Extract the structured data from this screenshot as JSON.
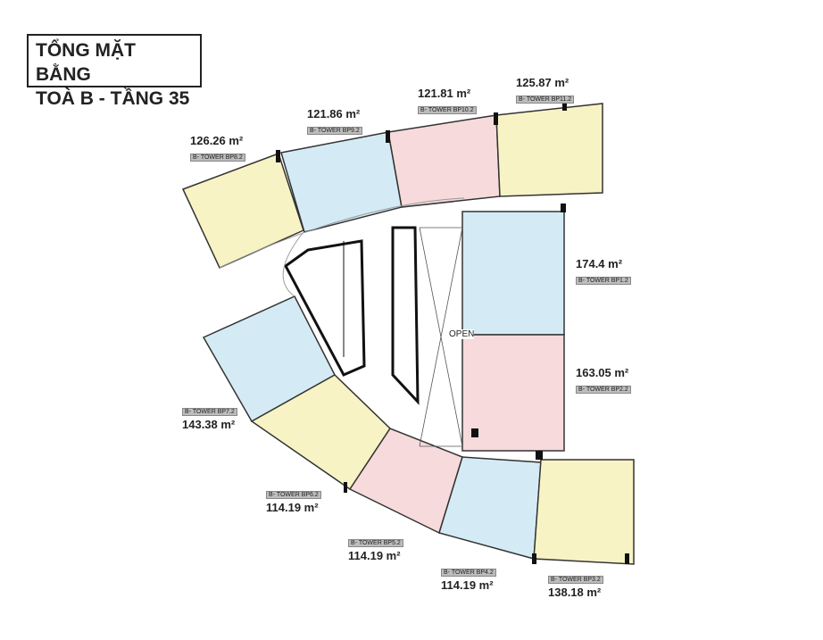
{
  "title": {
    "line1": "TỔNG MẶT BẰNG",
    "line2": "TOÀ B - TẦNG 35"
  },
  "open_label": "OPEN",
  "colors": {
    "yellow": "#f7f3c4",
    "blue": "#d4ebf5",
    "pink": "#f6dadc"
  },
  "units": [
    {
      "id": "BP8.2",
      "tag": "B- TOWER BP8.2",
      "area": "126.26 m²",
      "color": "yellow"
    },
    {
      "id": "BP9.2",
      "tag": "B- TOWER BP9.2",
      "area": "121.86 m²",
      "color": "blue"
    },
    {
      "id": "BP10.2",
      "tag": "B- TOWER BP10.2",
      "area": "121.81 m²",
      "color": "pink"
    },
    {
      "id": "BP11.2",
      "tag": "B- TOWER BP11.2",
      "area": "125.87 m²",
      "color": "yellow"
    },
    {
      "id": "BP1.2",
      "tag": "B- TOWER BP1.2",
      "area": "174.4 m²",
      "color": "blue"
    },
    {
      "id": "BP2.2",
      "tag": "B- TOWER BP2.2",
      "area": "163.05 m²",
      "color": "pink"
    },
    {
      "id": "BP7.2",
      "tag": "B- TOWER BP7.2",
      "area": "143.38 m²",
      "color": "blue"
    },
    {
      "id": "BP6.2",
      "tag": "B- TOWER BP6.2",
      "area": "114.19 m²",
      "color": "yellow"
    },
    {
      "id": "BP5.2",
      "tag": "B- TOWER BP5.2",
      "area": "114.19 m²",
      "color": "pink"
    },
    {
      "id": "BP4.2",
      "tag": "B- TOWER BP4.2",
      "area": "114.19 m²",
      "color": "blue"
    },
    {
      "id": "BP3.2",
      "tag": "B- TOWER BP3.2",
      "area": "138.18 m²",
      "color": "yellow"
    }
  ]
}
